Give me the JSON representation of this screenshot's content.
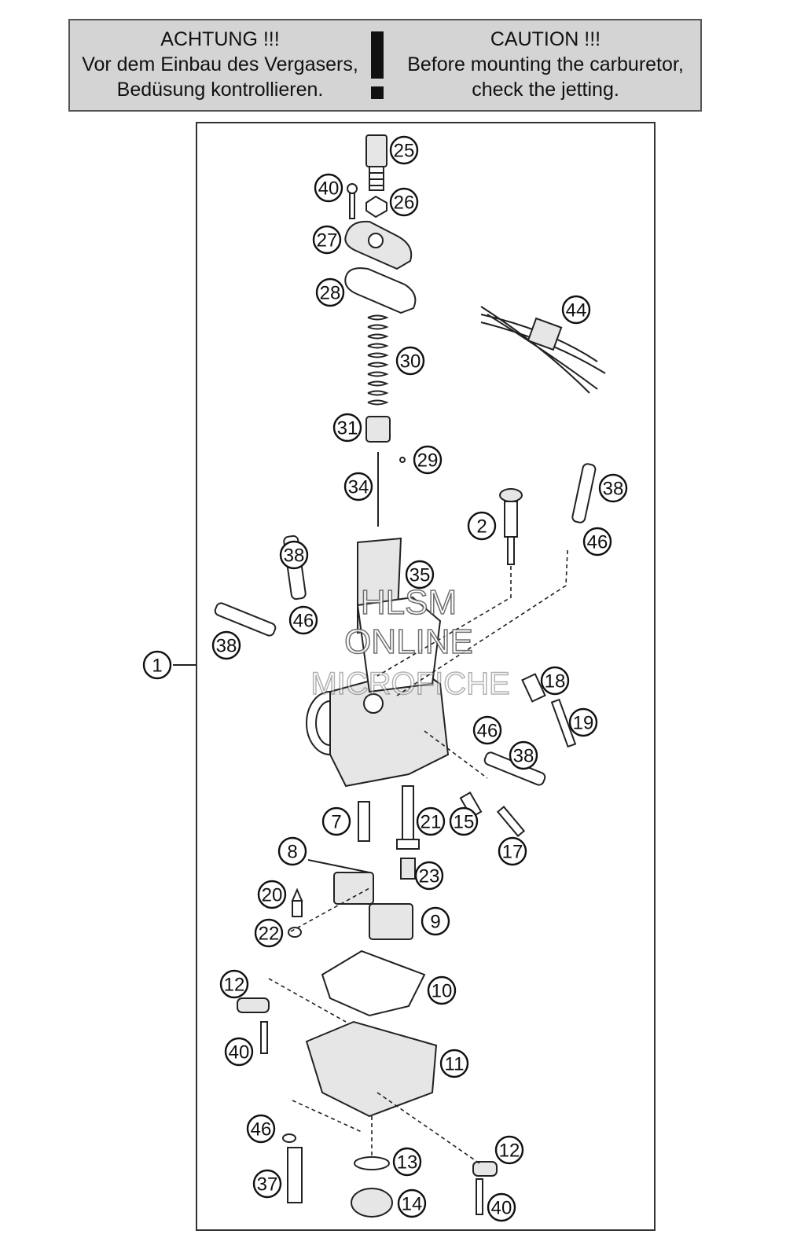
{
  "caution": {
    "de": [
      "ACHTUNG !!!",
      "Vor dem Einbau des Vergasers,",
      "Bedüsung kontrollieren."
    ],
    "en": [
      "CAUTION !!!",
      "Before mounting the carburetor,",
      "check the jetting."
    ]
  },
  "watermark": [
    "HLSM",
    "ONLINE",
    "MICROFICHE"
  ],
  "callouts": [
    "25",
    "40",
    "26",
    "27",
    "28",
    "44",
    "30",
    "31",
    "29",
    "34",
    "2",
    "38",
    "46",
    "38",
    "35",
    "46",
    "38",
    "1",
    "18",
    "19",
    "46",
    "38",
    "7",
    "21",
    "15",
    "17",
    "8",
    "23",
    "20",
    "9",
    "22",
    "10",
    "12",
    "40",
    "11",
    "46",
    "12",
    "13",
    "37",
    "14",
    "40"
  ]
}
